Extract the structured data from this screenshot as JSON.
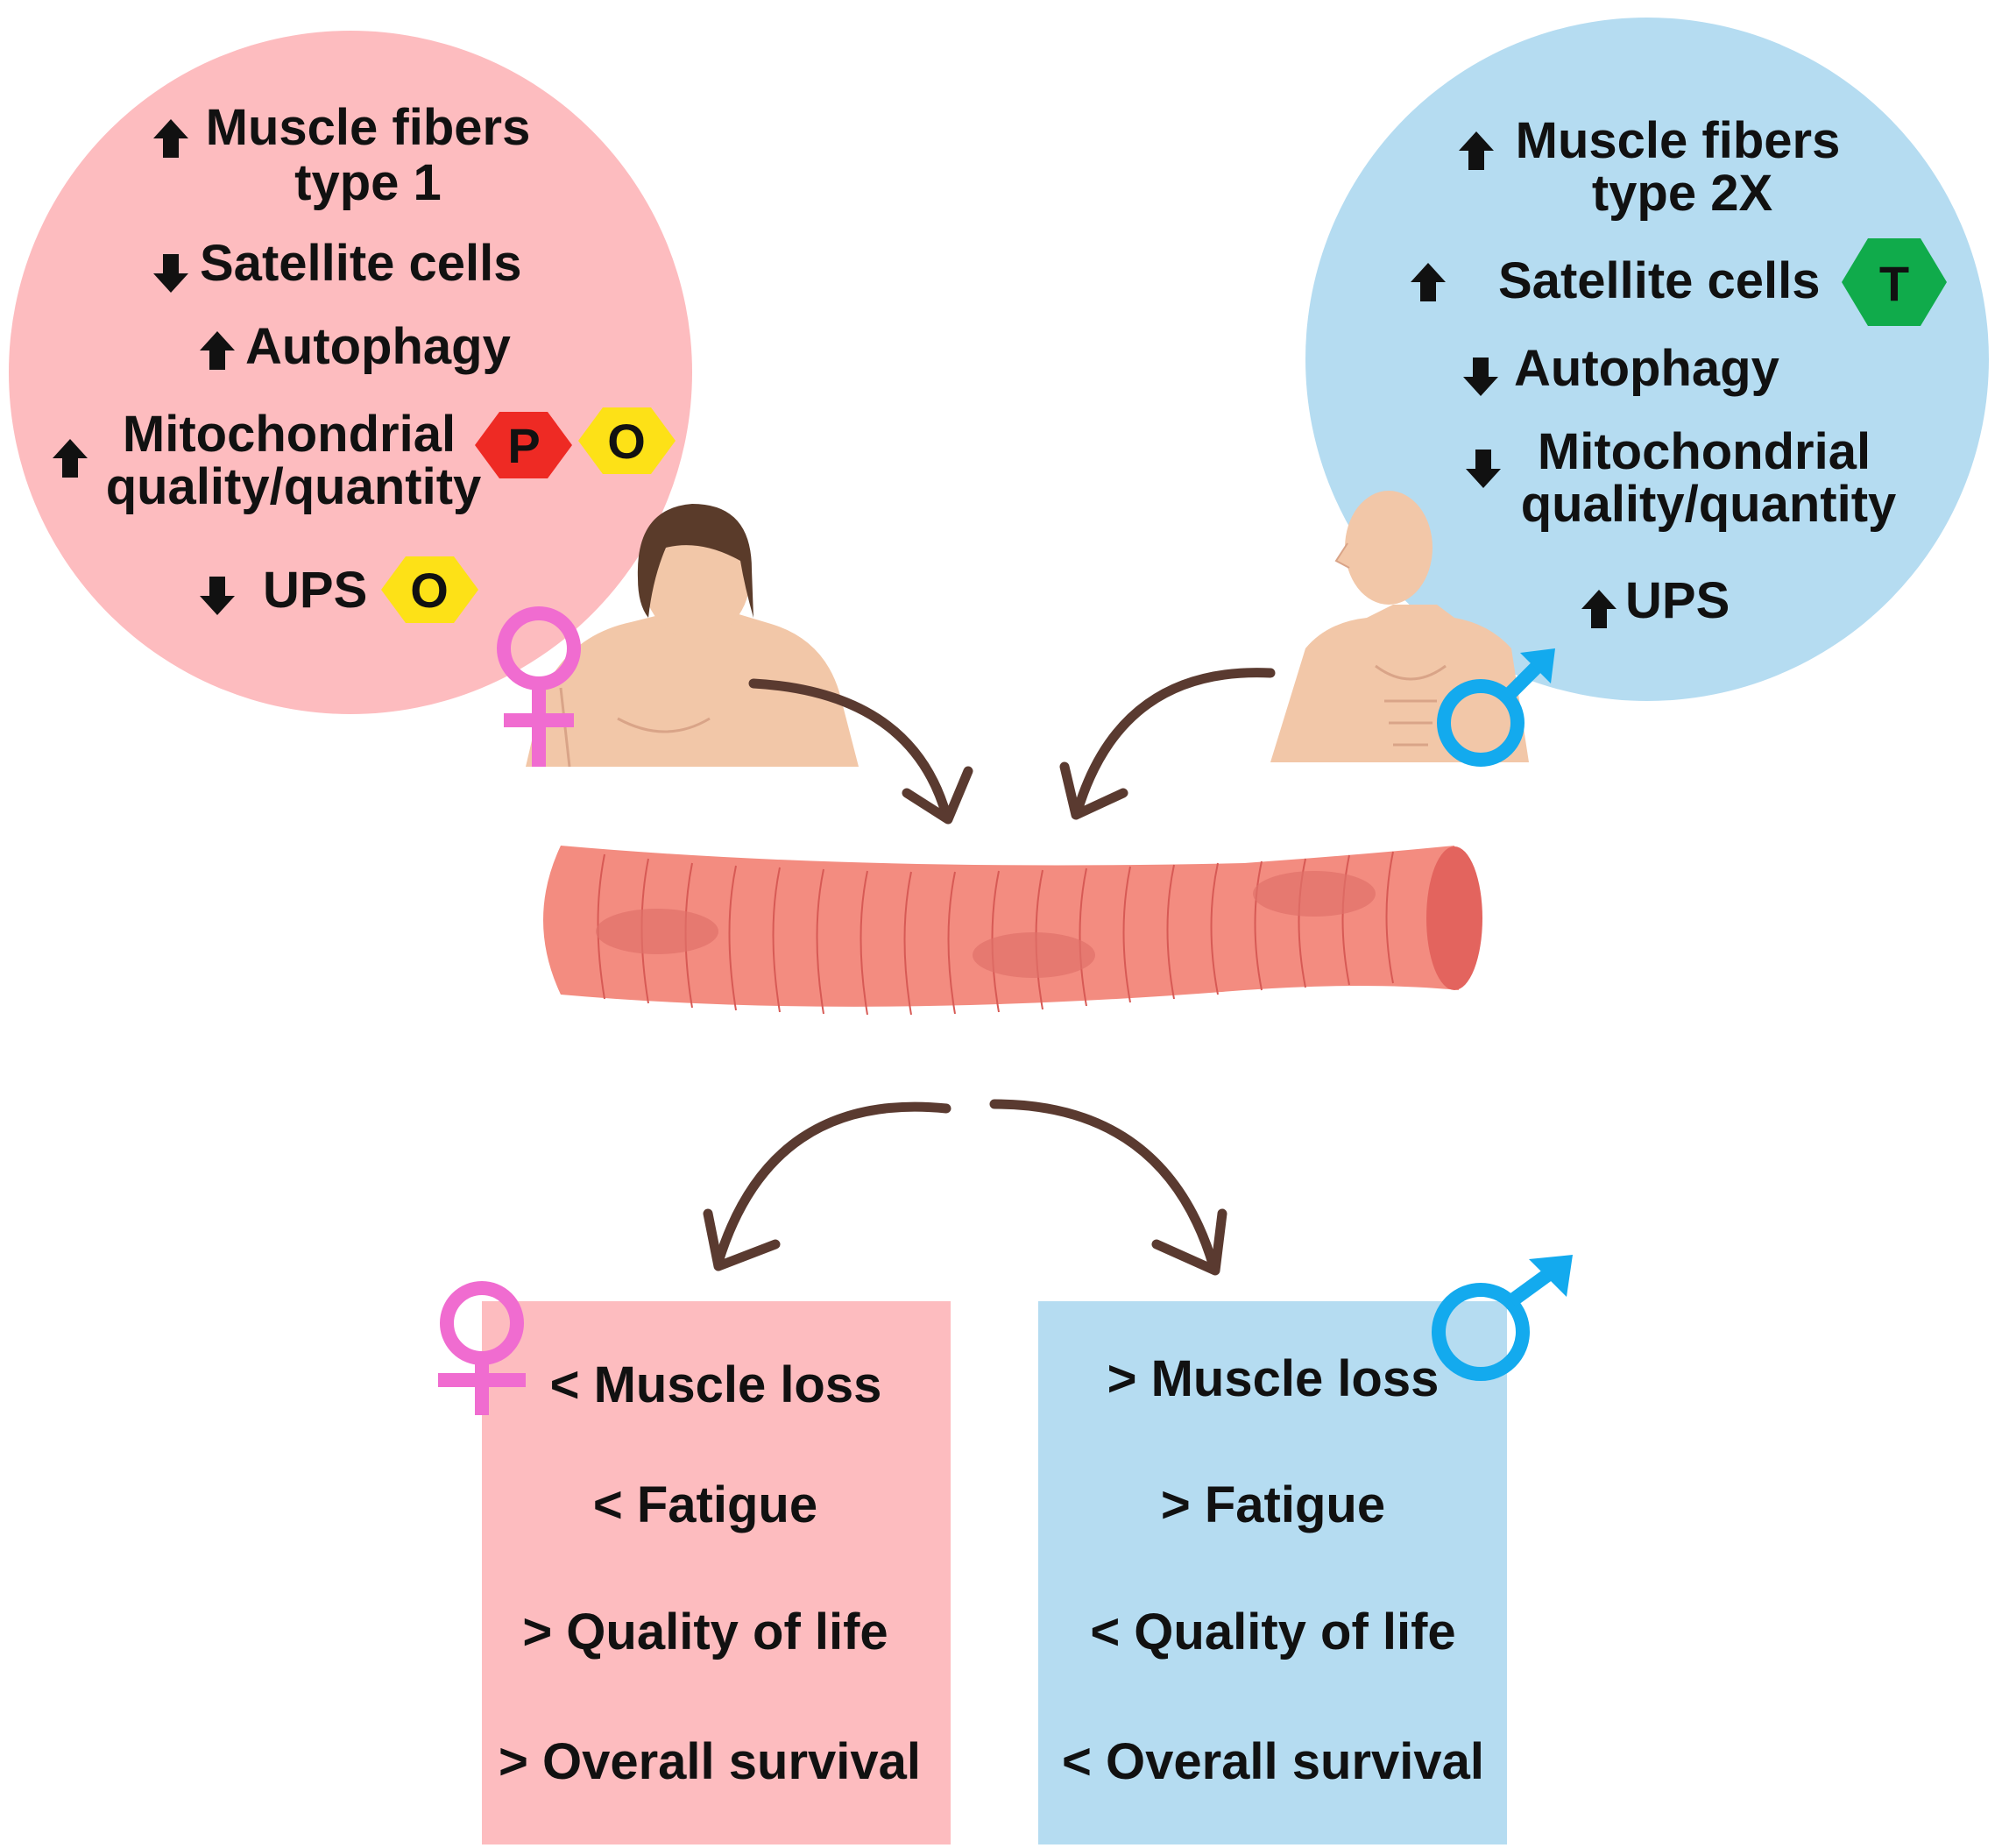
{
  "female": {
    "circle_items": {
      "fibers_line1": "Muscle fibers",
      "fibers_line2": "type 1",
      "satellite": "Satellite cells",
      "autophagy": "Autophagy",
      "mito_line1": "Mitochondrial",
      "mito_line2": "quality/quantity",
      "ups": "UPS"
    },
    "badges": {
      "mito_p": "P",
      "mito_o": "O",
      "ups_o": "O"
    },
    "outcomes": [
      "< Muscle loss",
      "< Fatigue",
      "> Quality of life",
      "> Overall survival"
    ]
  },
  "male": {
    "circle_items": {
      "fibers_line1": "Muscle fibers",
      "fibers_line2": "type 2X",
      "satellite": "Satellite cells",
      "autophagy": "Autophagy",
      "mito_line1": "Mitochondrial",
      "mito_line2": "quality/quantity",
      "ups": "UPS"
    },
    "badges": {
      "satellite_t": "T"
    },
    "outcomes": [
      "> Muscle loss",
      "> Fatigue",
      "< Quality of life",
      "< Overall survival"
    ]
  },
  "colors": {
    "female_bg": "#fdbcbf",
    "male_bg": "#b5dcf1",
    "female_symbol": "#f06cd0",
    "male_symbol": "#13aaee",
    "badge_red": "#ee2a24",
    "badge_yellow": "#fde117",
    "badge_green": "#10ab4b",
    "arrow_brown": "#5a3a30",
    "muscle": "#f38c80"
  },
  "icons": [
    "arrow-up-icon",
    "arrow-down-icon",
    "female-symbol-icon",
    "male-symbol-icon",
    "hexagon-badge-icon"
  ]
}
